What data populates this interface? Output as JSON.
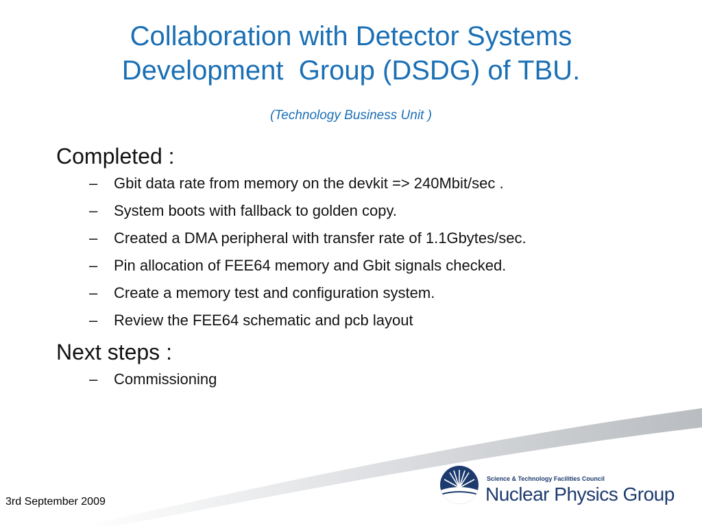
{
  "slide": {
    "title": "Collaboration with Detector Systems\nDevelopment  Group (DSDG) of TBU.",
    "subtitle": "(Technology Business Unit )",
    "sections": [
      {
        "heading": "Completed :",
        "items": [
          "Gbit data rate from memory on the devkit => 240Mbit/sec .",
          "System boots with fallback to golden copy.",
          "Created a DMA peripheral with transfer rate of 1.1Gbytes/sec.",
          "Pin allocation of FEE64 memory and Gbit signals checked.",
          "Create a memory test and configuration system.",
          "Review the FEE64 schematic and pcb layout"
        ]
      },
      {
        "heading": "Next steps :",
        "items": [
          "Commissioning"
        ]
      }
    ],
    "bullet_marker": "–"
  },
  "footer": {
    "date": "3rd September 2009",
    "logo": {
      "council_text": "Science & Technology Facilities Council",
      "group_text": "Nuclear Physics Group",
      "icon": "stfc-emblem-icon"
    }
  },
  "colors": {
    "title": "#1a6fb5",
    "body_text": "#111111",
    "logo_navy": "#1d3a6e",
    "swoosh": "#c9ccd0"
  }
}
